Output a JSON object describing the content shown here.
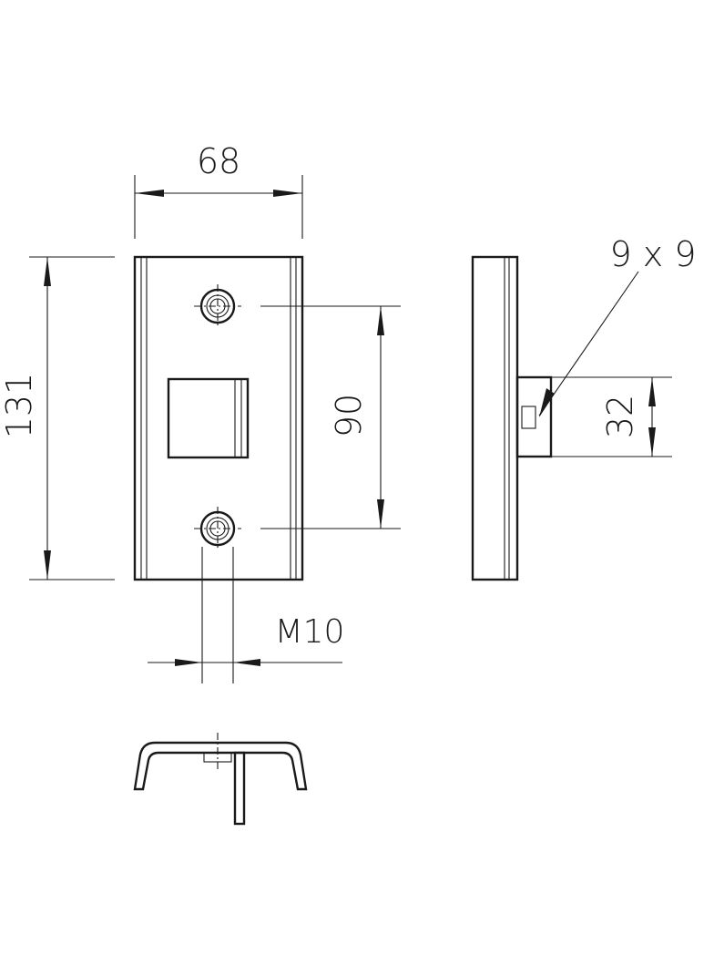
{
  "dimensions": {
    "width_label": "68",
    "height_label": "131",
    "hole_spacing_label": "90",
    "thread_label": "M10",
    "pin_size_label": "9 x 9",
    "pin_height_label": "32"
  }
}
